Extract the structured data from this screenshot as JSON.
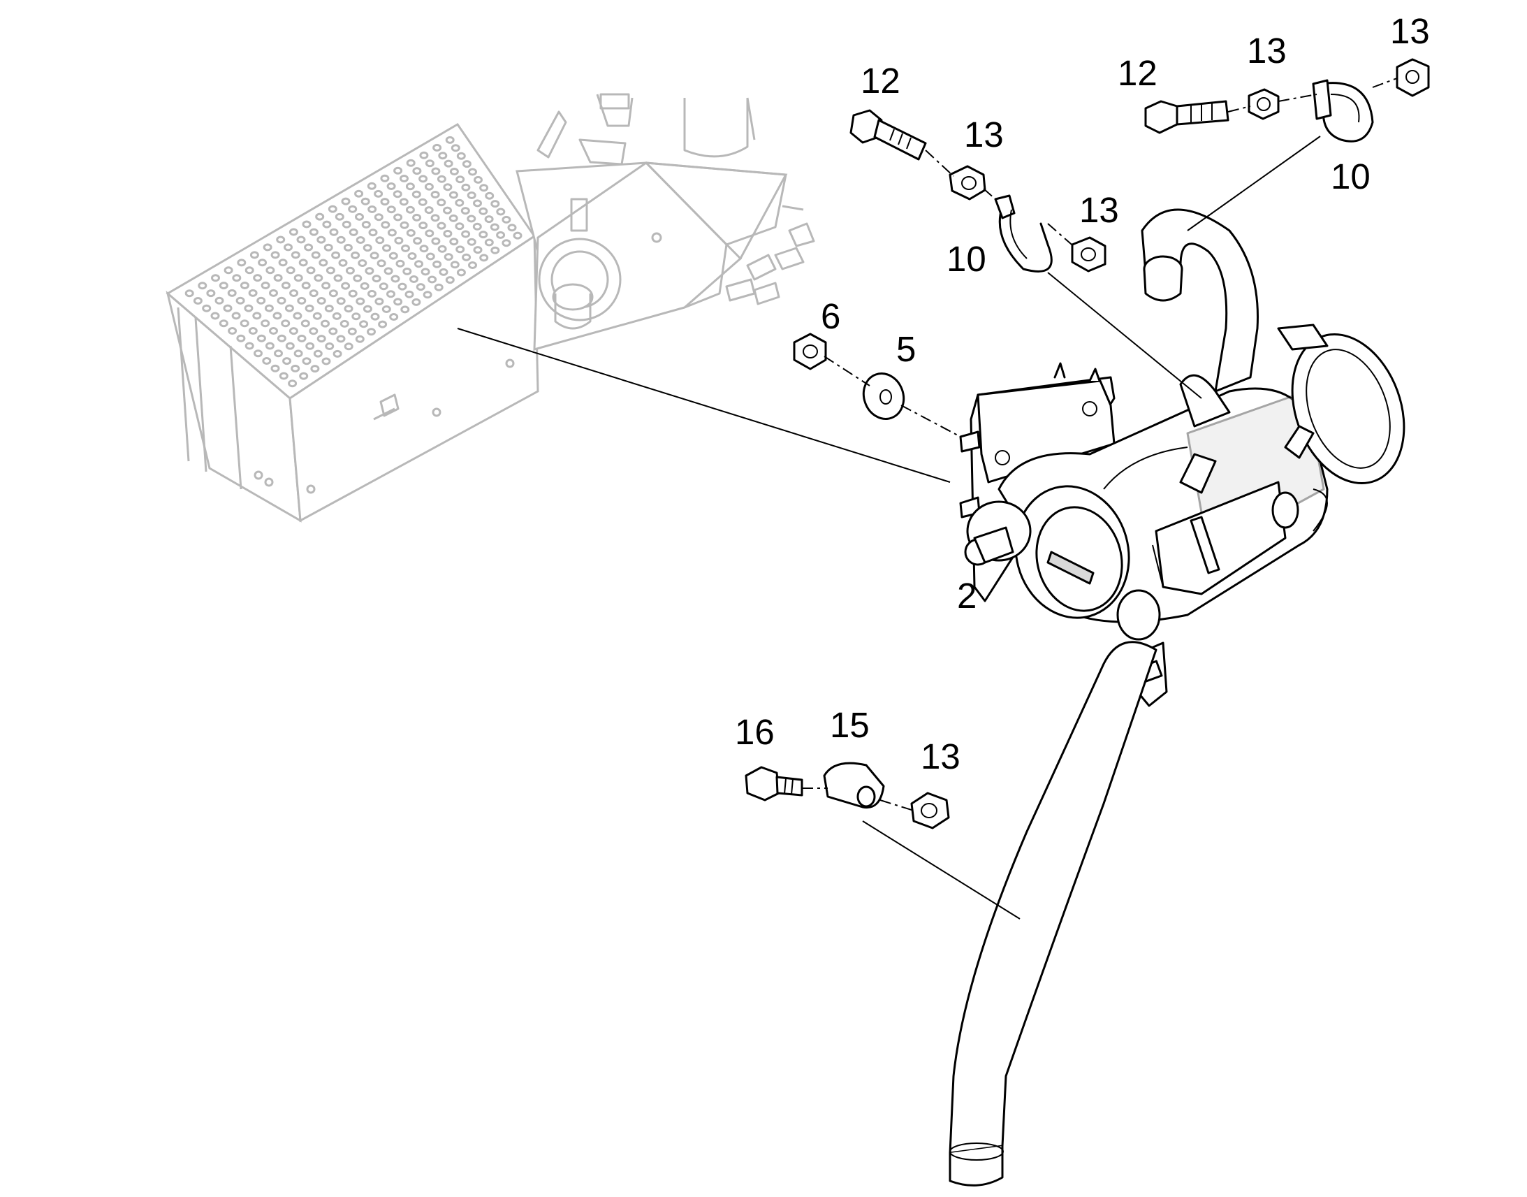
{
  "callouts": {
    "c2": "2",
    "c5": "5",
    "c6": "6",
    "c10a": "10",
    "c10b": "10",
    "c12a": "12",
    "c12b": "12",
    "c13a": "13",
    "c13b": "13",
    "c13c": "13",
    "c13d": "13",
    "c15": "15",
    "c16": "16"
  },
  "colors": {
    "line": "#000000",
    "ghost": "#b8b8b8",
    "background": "#ffffff"
  }
}
